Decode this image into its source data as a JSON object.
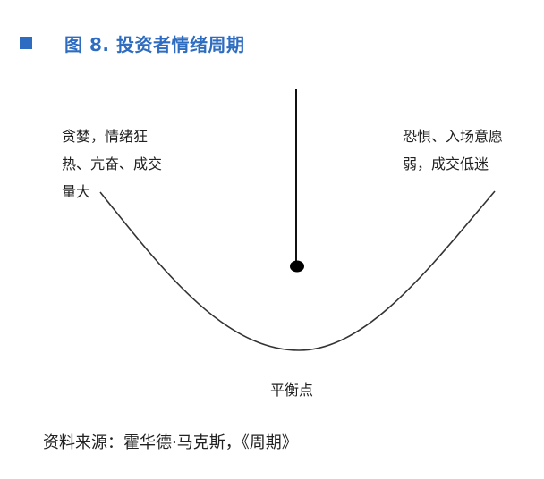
{
  "figure": {
    "marker_color": "#2d6cc0",
    "title": "图 8. 投资者情绪周期"
  },
  "diagram": {
    "left_label": {
      "lines": [
        "贪婪，情绪狂",
        "热、亢奋、成交",
        "量大"
      ]
    },
    "right_label": {
      "lines": [
        "恐惧、入场意愿",
        "弱，成交低迷"
      ]
    },
    "center_label": "平衡点",
    "elements": {
      "curve": "U-shaped swing path",
      "pendulum": "vertical line with bob at center"
    }
  },
  "source": {
    "text": "资料来源：霍华德·马克斯，《周期》"
  }
}
